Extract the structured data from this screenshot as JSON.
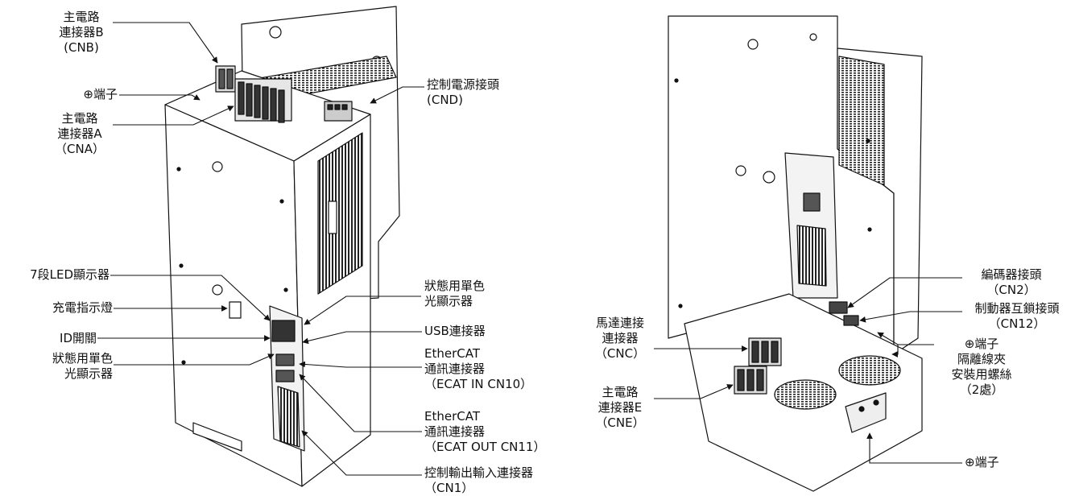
{
  "left_view": {
    "labels": {
      "cnb": [
        "主電路",
        "連接器B",
        "(CNB)"
      ],
      "ground_terminal": "⊕端子",
      "cna": [
        "主電路",
        "連接器A",
        "（CNA）"
      ],
      "led_display": "7段LED顯示器",
      "charge_indicator": "充電指示燈",
      "id_switch": "ID開關",
      "status_led_left": [
        "狀態用單色",
        "光顯示器"
      ],
      "cnd": [
        "控制電源接頭",
        "(CND)"
      ],
      "status_led_right": [
        "狀態用單色",
        "光顯示器"
      ],
      "usb": "USB連接器",
      "ecat_in": [
        "EtherCAT",
        "通訊連接器",
        "（ECAT IN CN10）"
      ],
      "ecat_out": [
        "EtherCAT",
        "通訊連接器",
        "（ECAT OUT CN11）"
      ],
      "cn1": [
        "控制輸出輸入連接器",
        "（CN1）"
      ]
    }
  },
  "right_view": {
    "labels": {
      "cnc": [
        "馬達連接",
        "連接器",
        "（CNC）"
      ],
      "cne": [
        "主電路",
        "連接器E",
        "（CNE）"
      ],
      "cn2": [
        "編碼器接頭",
        "（CN2）"
      ],
      "cn12": [
        "制動器互鎖接頭",
        "（CN12）"
      ],
      "ground_clamp": [
        "⊕端子",
        "隔離線夾",
        "安裝用螺絲",
        "（2處）"
      ],
      "ground_terminal_bottom": "⊕端子"
    }
  }
}
